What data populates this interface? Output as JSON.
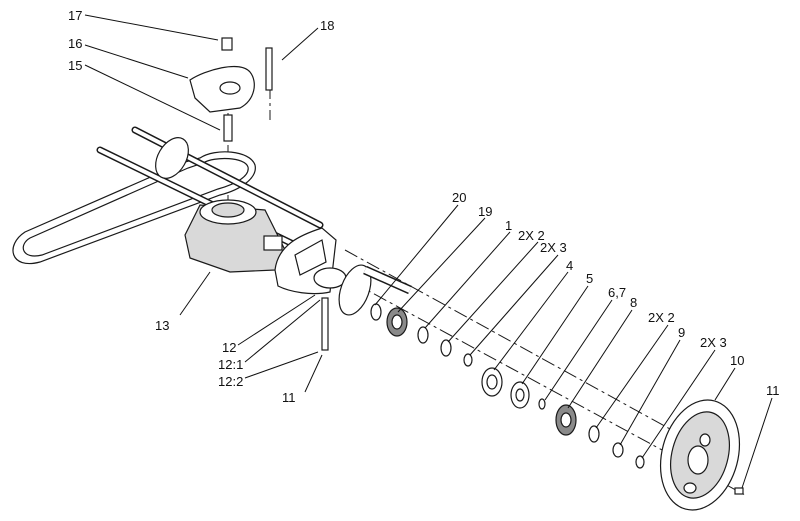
{
  "colors": {
    "ink": "#111111",
    "paper": "#ffffff",
    "shade": "#d9d9d9",
    "dark": "#8a8a8a"
  },
  "callouts": {
    "c17": "17",
    "c18": "18",
    "c16": "16",
    "c15": "15",
    "c20": "20",
    "c19": "19",
    "c1": "1",
    "c2x2a": "2X 2",
    "c2x3a": "2X 3",
    "c4": "4",
    "c5": "5",
    "c67": "6,7",
    "c8": "8",
    "c2x2b": "2X 2",
    "c9": "9",
    "c2x3b": "2X 3",
    "c10": "10",
    "c11a": "11",
    "c13": "13",
    "c12": "12",
    "c121": "12:1",
    "c122": "12:2",
    "c11b": "11"
  }
}
